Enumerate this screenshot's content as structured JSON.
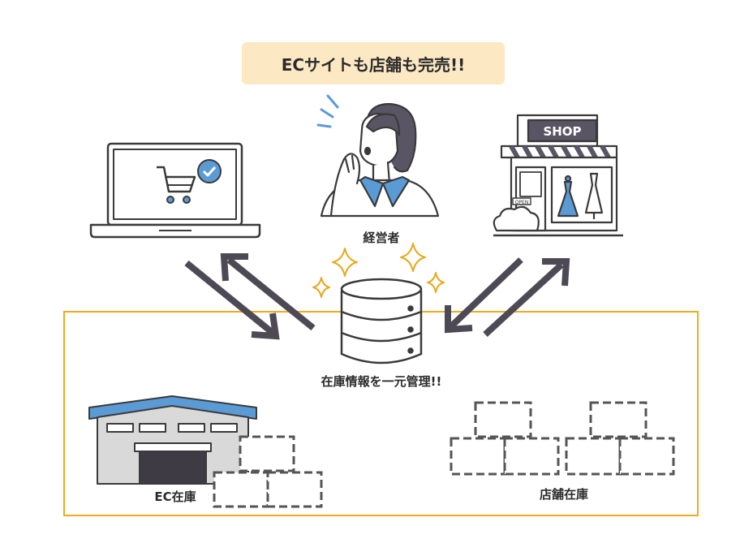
{
  "headline": "ECサイトも店舗も完売!!",
  "shop_sign": "SHOP",
  "shop_door_sign": "OPEN",
  "labels": {
    "owner": "経営者",
    "central_db": "在庫情報を一元管理!!",
    "ec_stock": "EC在庫",
    "store_stock": "店舗在庫"
  },
  "colors": {
    "accent_yellow": "#f0ab1e",
    "badge_bg": "#fce9c4",
    "arrow": "#4d4a55",
    "line": "#3a3a3a",
    "blue": "#5b9bd5",
    "sparkle": "#e8a91a"
  },
  "icons": [
    "laptop-cart-icon",
    "businesswoman-icon",
    "shop-storefront-icon",
    "database-icon",
    "warehouse-icon",
    "sparkle-icon"
  ]
}
